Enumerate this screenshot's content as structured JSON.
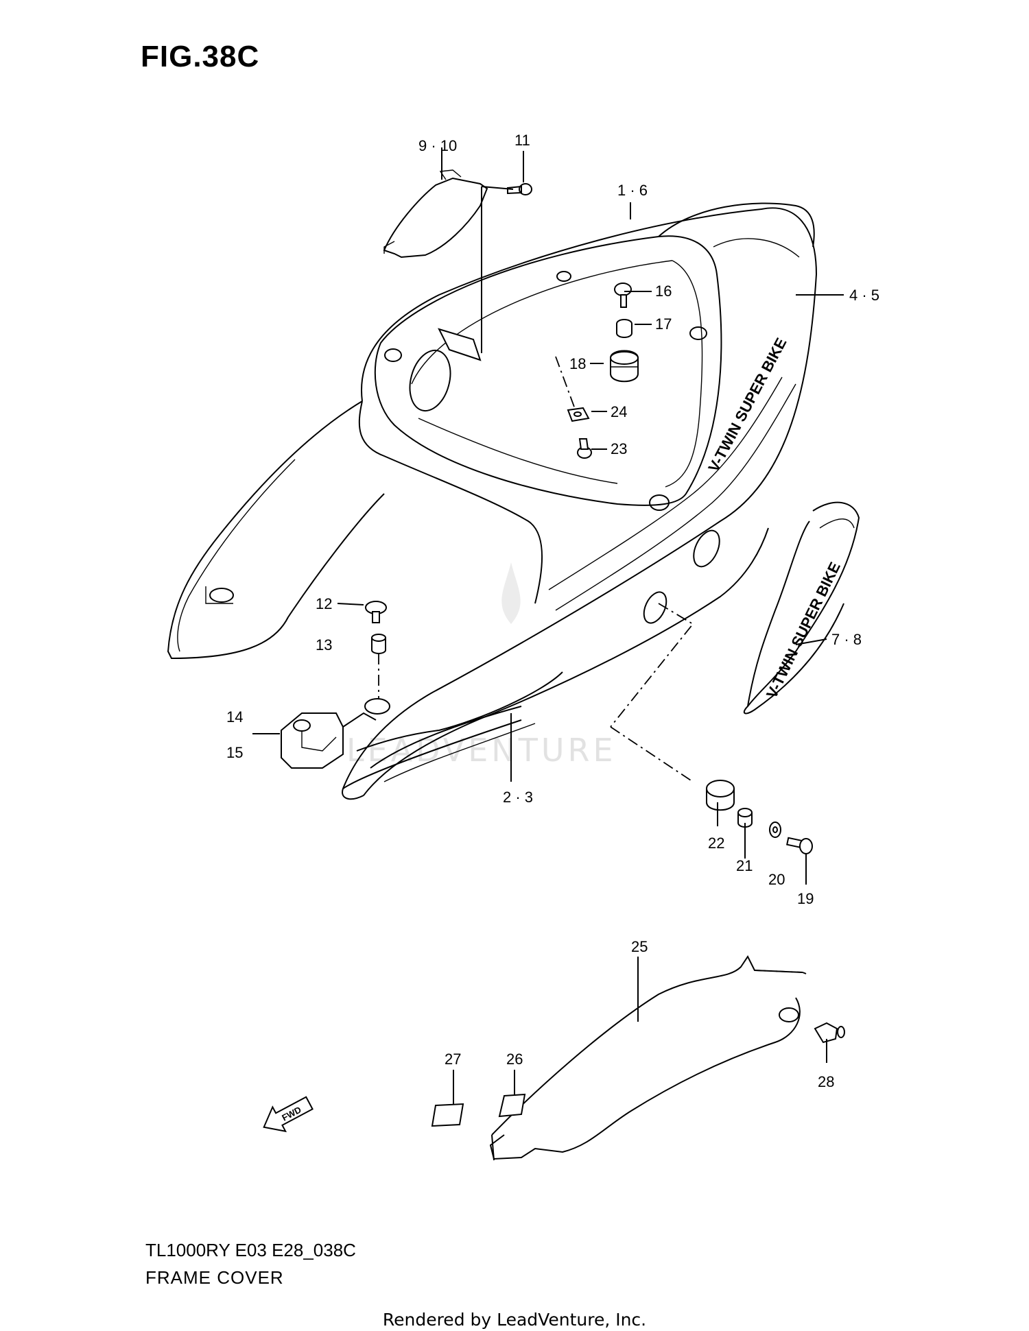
{
  "figure": {
    "title": "FIG.38C",
    "model_code": "TL1000RY E03 E28_038C",
    "name": "FRAME COVER"
  },
  "watermark": "LEADVENTURE",
  "credit": "Rendered by LeadVenture, Inc.",
  "decals": {
    "main": "V-TWIN SUPER BIKE",
    "side": "V-TWIN SUPER BIKE",
    "fwd": "FWD"
  },
  "callouts": [
    {
      "id": "9-10",
      "text": "9 · 10"
    },
    {
      "id": "11",
      "text": "11"
    },
    {
      "id": "1-6",
      "text": "1 · 6"
    },
    {
      "id": "4-5",
      "text": "4 · 5"
    },
    {
      "id": "16",
      "text": "16"
    },
    {
      "id": "17",
      "text": "17"
    },
    {
      "id": "18",
      "text": "18"
    },
    {
      "id": "24",
      "text": "24"
    },
    {
      "id": "23",
      "text": "23"
    },
    {
      "id": "7-8",
      "text": "7 · 8"
    },
    {
      "id": "12",
      "text": "12"
    },
    {
      "id": "13",
      "text": "13"
    },
    {
      "id": "14",
      "text": "14"
    },
    {
      "id": "15",
      "text": "15"
    },
    {
      "id": "2-3",
      "text": "2 · 3"
    },
    {
      "id": "22",
      "text": "22"
    },
    {
      "id": "21",
      "text": "21"
    },
    {
      "id": "20",
      "text": "20"
    },
    {
      "id": "19",
      "text": "19"
    },
    {
      "id": "25",
      "text": "25"
    },
    {
      "id": "27",
      "text": "27"
    },
    {
      "id": "26",
      "text": "26"
    },
    {
      "id": "28",
      "text": "28"
    }
  ]
}
